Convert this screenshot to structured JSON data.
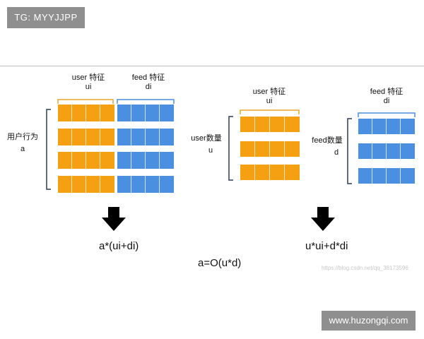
{
  "watermarks": {
    "top_badge": "TG: MYYJJPP",
    "bottom_badge": "www.huzongqi.com",
    "blog_url": "https://blog.csdn.net/qq_38173596"
  },
  "left_diagram": {
    "user_feature_label": "user 特征",
    "user_feature_sub": "ui",
    "feed_feature_label": "feed 特征",
    "feed_feature_sub": "di",
    "row_label": "用户行为",
    "row_sub": "a",
    "formula": "a*(ui+di)"
  },
  "middle_diagram": {
    "top_label": "user 特征",
    "top_sub": "ui",
    "side_label": "user数量",
    "side_sub": "u"
  },
  "right_diagram": {
    "top_label": "feed 特征",
    "top_sub": "di",
    "side_label": "feed数量",
    "side_sub": "d",
    "formula": "u*ui+d*di"
  },
  "complexity_formula": "a=O(u*d)",
  "colors": {
    "user_feature": "#f5a013",
    "feed_feature": "#4a8fe0",
    "bracket_user": "#e8a62a",
    "bracket_feed": "#4a8fe0",
    "bracket_side": "#2b3d57",
    "arrow": "#000000"
  },
  "icons": [
    "down-arrow-icon",
    "down-arrow-icon"
  ]
}
